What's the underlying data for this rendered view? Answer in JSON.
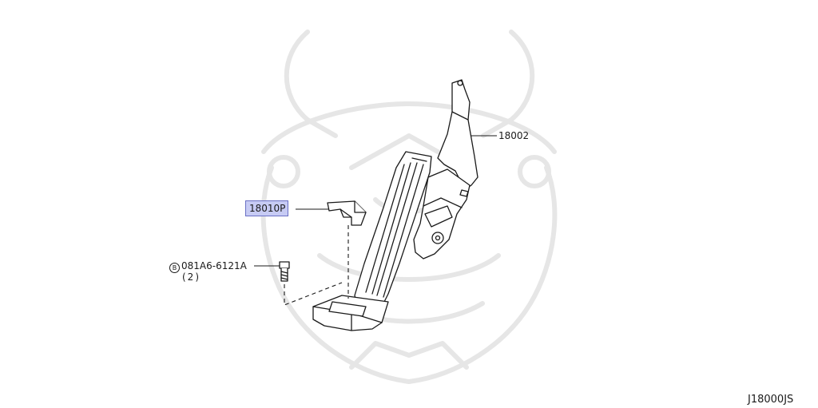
{
  "diagram": {
    "callouts": {
      "pedal_assembly": "18002",
      "pedal_pad": "18010P",
      "bolt_symbol": "B",
      "bolt_part": "081A6-6121A",
      "bolt_qty": "(2)"
    },
    "drawing_code": "J18000JS",
    "highlight_color": "#c7cbf4",
    "line_color": "#1a1a1a",
    "watermark_color": "#e6e6e6"
  }
}
